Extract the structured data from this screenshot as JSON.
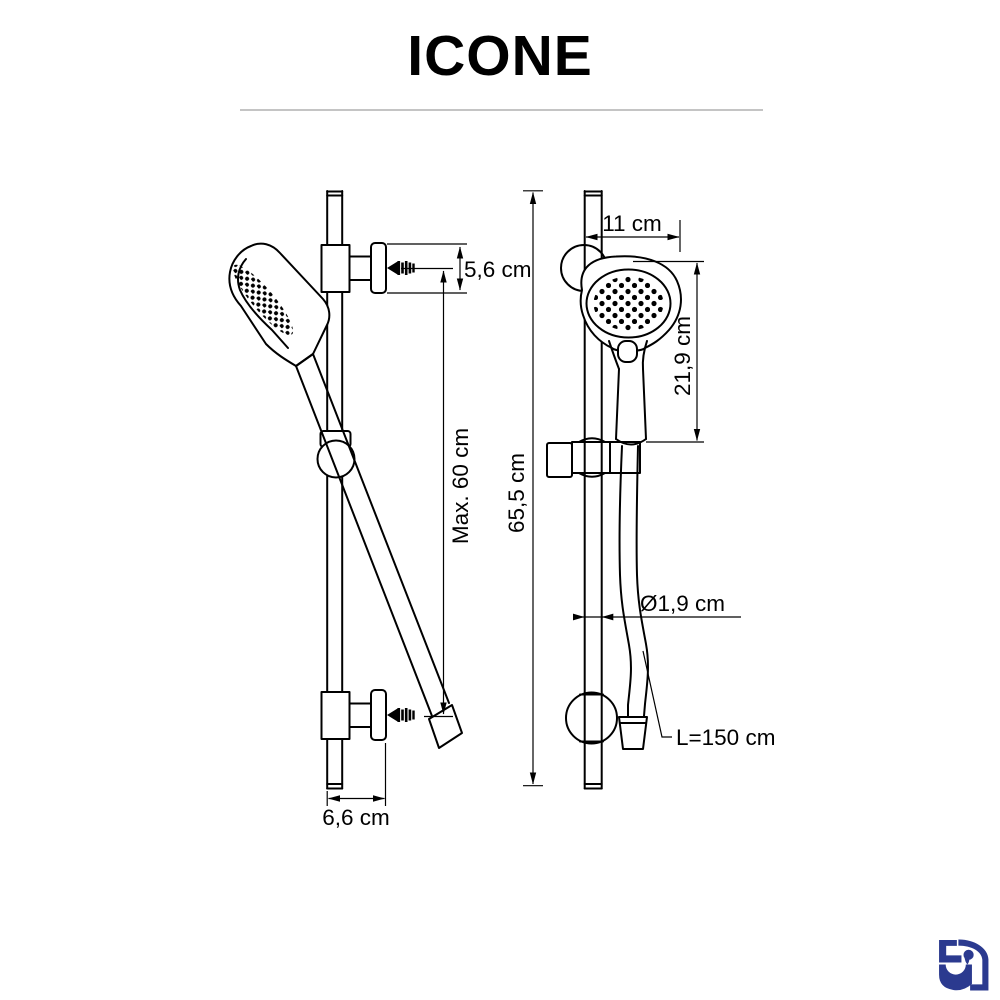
{
  "title": "ICONE",
  "views": {
    "side": {
      "flange_diameter": "5,6 cm",
      "max_height": "Max. 60 cm",
      "bracket_depth": "6,6 cm"
    },
    "front": {
      "head_width": "11 cm",
      "head_length": "21,9 cm",
      "bar_length": "65,5 cm",
      "bar_diameter": "Ø1,9 cm",
      "hose_length": "L=150 cm"
    }
  },
  "logo": {
    "color": "#2b3a8f"
  }
}
